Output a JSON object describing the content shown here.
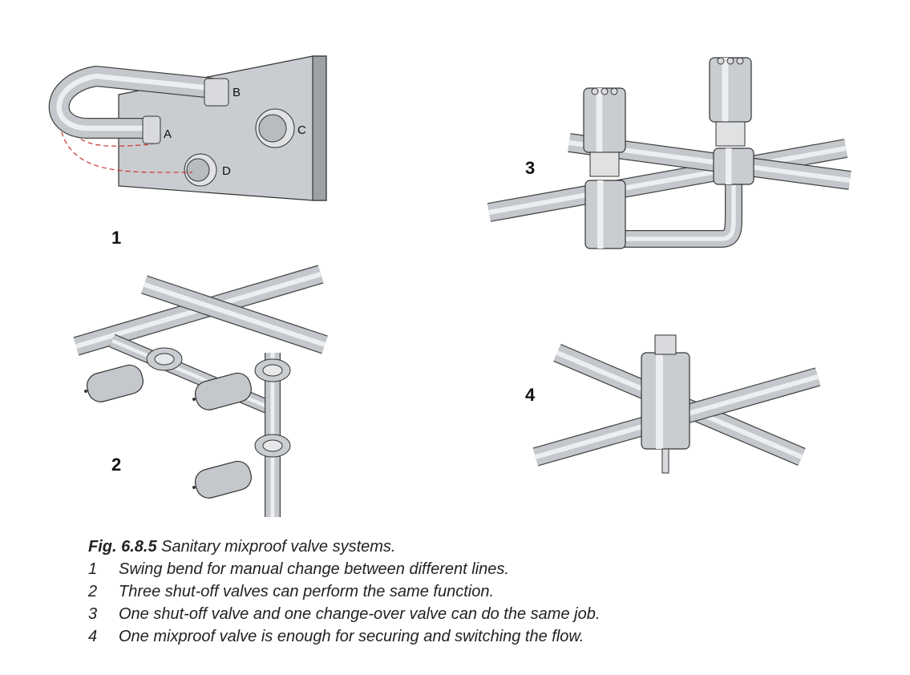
{
  "diagram1": {
    "number": "1",
    "connection_labels": [
      "A",
      "B",
      "C",
      "D"
    ]
  },
  "diagram2": {
    "number": "2"
  },
  "diagram3": {
    "number": "3"
  },
  "diagram4": {
    "number": "4"
  },
  "caption": {
    "figure_label": "Fig. 6.8.5",
    "title": "Sanitary mixproof valve systems.",
    "items": [
      {
        "n": "1",
        "text": "Swing bend for manual change between different lines."
      },
      {
        "n": "2",
        "text": "Three shut-off valves can perform the same function."
      },
      {
        "n": "3",
        "text": "One shut-off valve and one change-over valve can do the same job."
      },
      {
        "n": "4",
        "text": "One mixproof valve is enough for securing and switching the flow."
      }
    ]
  }
}
